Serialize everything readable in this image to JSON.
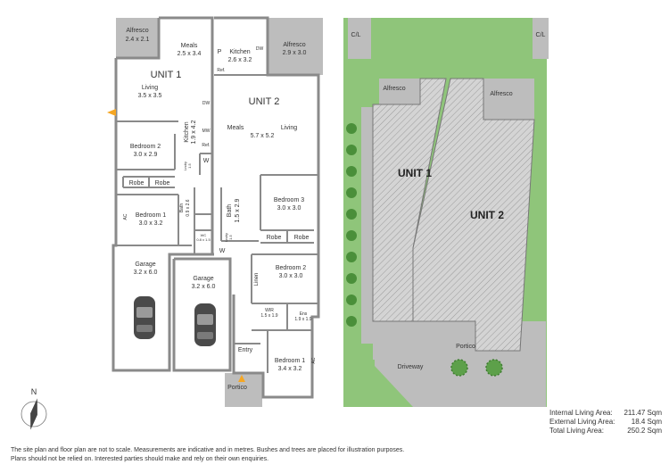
{
  "floor_plan": {
    "unit1": {
      "title": "UNIT 1",
      "rooms": {
        "alfresco": {
          "name": "Alfresco",
          "dim": "2.4 x 2.1"
        },
        "meals": {
          "name": "Meals",
          "dim": "2.5 x 3.4"
        },
        "living": {
          "name": "Living",
          "dim": "3.5 x 3.5"
        },
        "kitchen": {
          "name": "Kitchen",
          "dim": "1.9 x 4.2"
        },
        "bedroom2": {
          "name": "Bedroom 2",
          "dim": "3.0 x 2.9"
        },
        "bedroom1": {
          "name": "Bedroom 1",
          "dim": "3.0 x 3.2"
        },
        "bath": {
          "name": "Bath",
          "dim": "0.9 x 2.6"
        },
        "lndry": {
          "name": "Lndry",
          "dim": "1.5"
        },
        "wc": {
          "name": "WC",
          "dim": "0.8 x 1.5"
        },
        "garage": {
          "name": "Garage",
          "dim": "3.2 x 6.0"
        }
      },
      "labels": {
        "robe": "Robe",
        "w": "W",
        "dw": "DW",
        "mw": "MW",
        "ref": "Ref.",
        "ac": "AC"
      }
    },
    "unit2": {
      "title": "UNIT 2",
      "rooms": {
        "kitchen": {
          "name": "Kitchen",
          "dim": "2.6 x 3.2"
        },
        "alfresco": {
          "name": "Alfresco",
          "dim": "2.9 x 3.0"
        },
        "meals": {
          "name": "Meals",
          "dim": "5.7 x 5.2"
        },
        "living": {
          "name": "Living"
        },
        "bedroom3": {
          "name": "Bedroom 3",
          "dim": "3.0 x 3.0"
        },
        "bath": {
          "name": "Bath",
          "dim": "1.5 x 2.9"
        },
        "lndry": {
          "name": "Lndry",
          "dim": "1.5"
        },
        "bedroom2": {
          "name": "Bedroom 2",
          "dim": "3.0 x 3.0"
        },
        "linen": {
          "name": "Linen"
        },
        "wir": {
          "name": "WIR",
          "dim": "1.5 x 1.9"
        },
        "ens": {
          "name": "Ens",
          "dim": "1.9 x 1.9"
        },
        "garage": {
          "name": "Garage",
          "dim": "3.2 x 6.0"
        },
        "entry": {
          "name": "Entry"
        },
        "bedroom1": {
          "name": "Bedroom 1",
          "dim": "3.4 x 3.2"
        },
        "portico": {
          "name": "Portico"
        }
      },
      "labels": {
        "p": "P",
        "dw": "DW",
        "ref": "Ref.",
        "robe": "Robe",
        "w": "W",
        "ac": "AC"
      }
    },
    "compass": {
      "label": "N"
    }
  },
  "site_plan": {
    "cl_left": "C/L",
    "cl_right": "C/L",
    "alfresco1": "Alfresco",
    "alfresco2": "Alfresco",
    "unit1": "UNIT 1",
    "unit2": "UNIT 2",
    "portico": "Portico",
    "driveway": "Driveway"
  },
  "areas": [
    {
      "label": "Internal Living Area:",
      "value": "211.47 Sqm"
    },
    {
      "label": "External Living Area:",
      "value": "18.4 Sqm"
    },
    {
      "label": "Total Living Area:",
      "value": "250.2 Sqm"
    }
  ],
  "disclaimer": {
    "line1": "The site plan and floor plan are not to scale. Measurements are indicative and in metres. Bushes and trees are placed for illustration purposes.",
    "line2": "Plans should not be relied on. Interested parties should make and rely on their own enquiries."
  },
  "colors": {
    "wall": "#888888",
    "floor": "#ffffff",
    "outdoor": "#bdbdbd",
    "grass": "#8fc57a",
    "hatch": "#999999",
    "accent": "#f5a623"
  }
}
